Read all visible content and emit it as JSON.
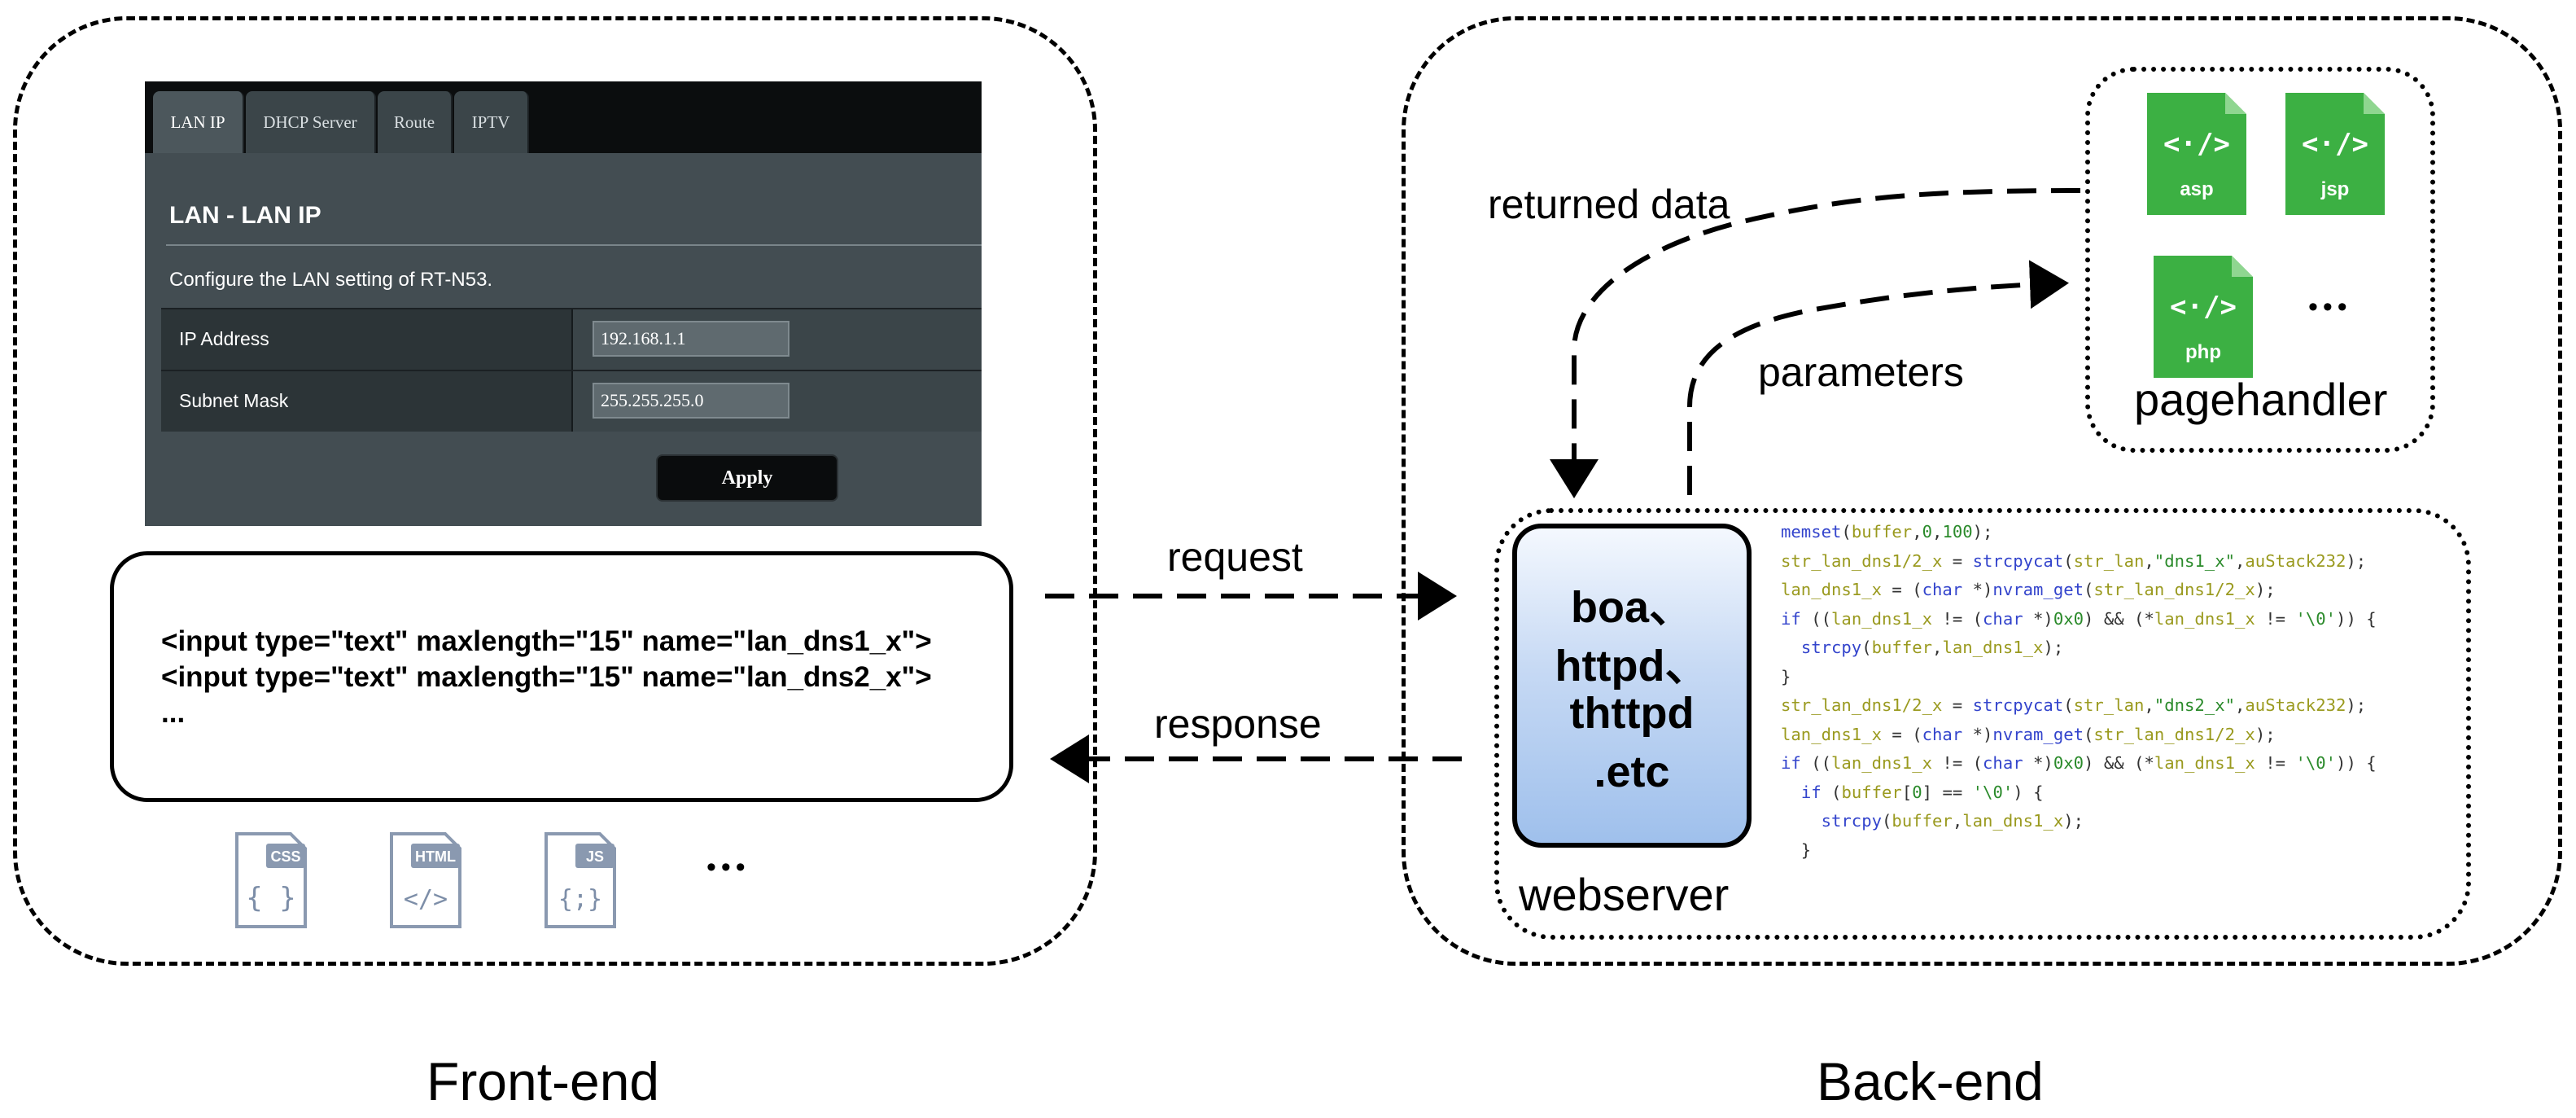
{
  "router_ui": {
    "tabs": [
      "LAN IP",
      "DHCP Server",
      "Route",
      "IPTV"
    ],
    "title": "LAN - LAN IP",
    "description": "Configure the LAN setting of RT-N53.",
    "rows": [
      {
        "label": "IP Address",
        "value": "192.168.1.1"
      },
      {
        "label": "Subnet Mask",
        "value": "255.255.255.0"
      }
    ],
    "apply_label": "Apply"
  },
  "html_code": {
    "lines": [
      "<input type=\"text\" maxlength=\"15\" name=\"lan_dns1_x\">",
      "<input type=\"text\" maxlength=\"15\" name=\"lan_dns2_x\">",
      "..."
    ]
  },
  "frontend_files": {
    "icons": [
      "CSS",
      "HTML",
      "JS"
    ],
    "ellipsis": "•••"
  },
  "arrows": {
    "request": "request",
    "response": "response",
    "returned_data": "returned data",
    "parameters": "parameters"
  },
  "pagehandler": {
    "files": [
      "asp",
      "jsp",
      "php"
    ],
    "ellipsis": "•••",
    "label": "pagehandler"
  },
  "webserver": {
    "servers": [
      "boa、",
      "httpd、",
      "thttpd",
      ".etc"
    ],
    "label": "webserver"
  },
  "source_code": {
    "lines": [
      "memset(buffer,0,100);",
      "str_lan_dns1/2_x = strcpycat(str_lan,\"dns1_x\",auStack232);",
      "lan_dns1_x = (char *)nvram_get(str_lan_dns1/2_x);",
      "if ((lan_dns1_x != (char *)0x0) && (*lan_dns1_x != '\\0')) {",
      "  strcpy(buffer,lan_dns1_x);",
      "}",
      "str_lan_dns1/2_x = strcpycat(str_lan,\"dns2_x\",auStack232);",
      "lan_dns1_x = (char *)nvram_get(str_lan_dns1/2_x);",
      "if ((lan_dns1_x != (char *)0x0) && (*lan_dns1_x != '\\0')) {",
      "  if (buffer[0] == '\\0') {",
      "    strcpy(buffer,lan_dns1_x);",
      "  }"
    ]
  },
  "section_labels": {
    "frontend": "Front-end",
    "backend": "Back-end"
  }
}
